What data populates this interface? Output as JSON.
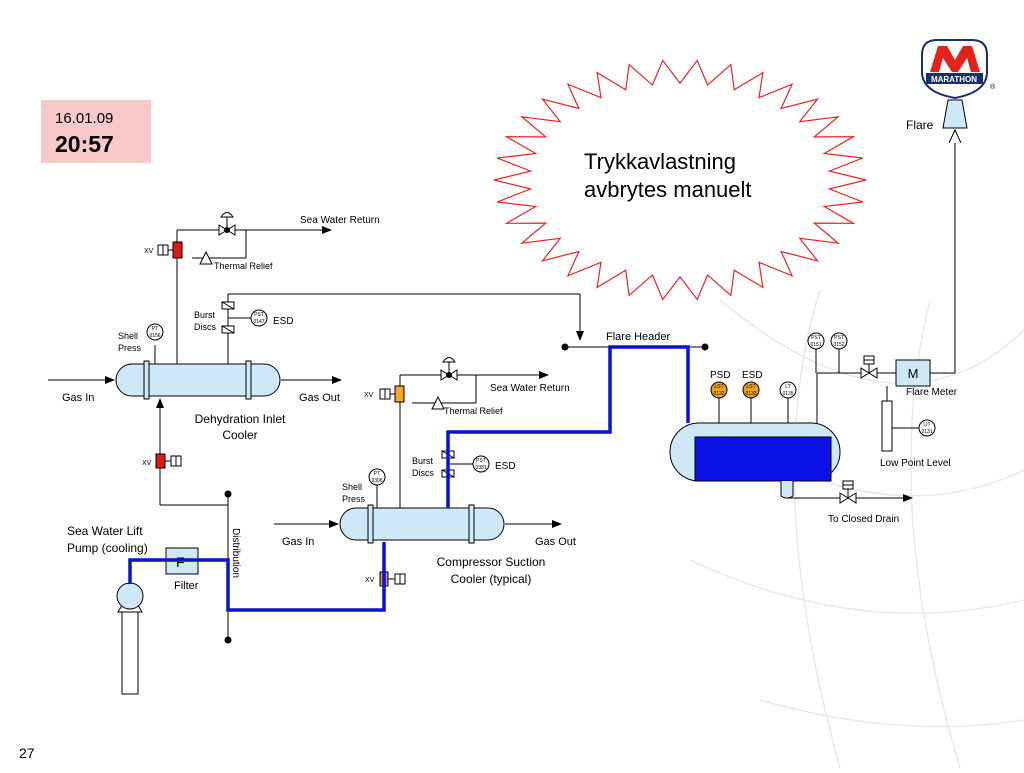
{
  "timestamp": {
    "date": "16.01.09",
    "time": "20:57"
  },
  "callout": {
    "line1": "Trykkavlastning",
    "line2": "avbrytes manuelt"
  },
  "logo": {
    "letter": "M",
    "text": "MARATHON",
    "registered": "®"
  },
  "page_number": "27",
  "labels": {
    "flare": "Flare",
    "flare_meter": "Flare Meter",
    "meter_m": "M",
    "flare_header": "Flare Header",
    "psd": "PSD",
    "esd": "ESD",
    "low_point_level": "Low Point Level",
    "to_closed_drain": "To Closed Drain",
    "sea_water_return": "Sea Water Return",
    "thermal_relief": "Thermal Relief",
    "xv": "XV",
    "burst": "Burst",
    "discs": "Discs",
    "shell": "Shell",
    "press": "Press",
    "gas_in": "Gas In",
    "gas_out": "Gas Out",
    "dehydration_line1": "Dehydration Inlet",
    "dehydration_line2": "Cooler",
    "compressor_line1": "Compressor Suction",
    "compressor_line2": "Cooler (typical)",
    "sea_water_lift_line1": "Sea Water Lift",
    "sea_water_lift_line2": "Pump (cooling)",
    "filter": "Filter",
    "filter_f": "F",
    "distribution": "Distribution"
  },
  "instruments": {
    "pt_0156": {
      "tag": "PT",
      "num": "0156"
    },
    "pst_0147": {
      "tag": "PST",
      "num": "0147"
    },
    "pt_0306": {
      "tag": "PT",
      "num": "0306"
    },
    "pst_0381": {
      "tag": "PST",
      "num": "0381"
    },
    "lst_0132": {
      "tag": "LST",
      "num": "0132"
    },
    "lst_0133": {
      "tag": "LST",
      "num": "0133"
    },
    "lt_0135": {
      "tag": "LT",
      "num": "0135"
    },
    "pst_0151": {
      "tag": "PST",
      "num": "0151"
    },
    "pst_0152": {
      "tag": "PST",
      "num": "0152"
    },
    "lit_0131": {
      "tag": "LIT",
      "num": "0131"
    }
  },
  "colors": {
    "vessel_fill": "#cfe8f8",
    "highlight_line": "#0a12d8",
    "drum_liquid": "#0a12e6",
    "valve_red": "#e01818",
    "valve_orange": "#f5a623",
    "valve_tan": "#d9885a",
    "instrument_orange": "#f5a018",
    "timestamp_bg": "#f7c9c9",
    "starburst": "#ee2222",
    "logo_red": "#e2231a",
    "logo_navy": "#1b2f6e"
  }
}
